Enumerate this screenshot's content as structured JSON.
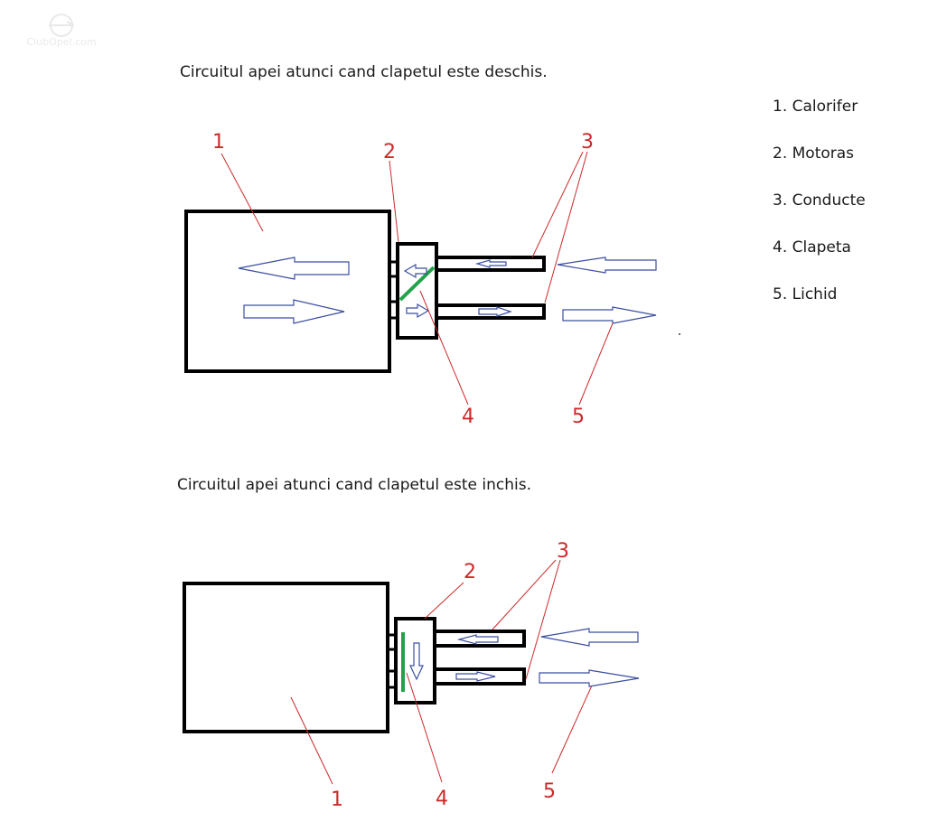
{
  "colors": {
    "outline": "#000000",
    "flap": "#22a24a",
    "arrow_stroke": "#3b4fa0",
    "label": "#cc2a2a",
    "leader": "#cc2a2a"
  },
  "watermark": {
    "text": "ClubOpel.com",
    "icon": "opel-logo-icon"
  },
  "captions": {
    "open": "Circuitul apei atunci cand clapetul este deschis.",
    "closed": "Circuitul apei atunci cand clapetul este inchis."
  },
  "legend": [
    "1. Calorifer",
    "2. Motoras",
    "3. Conducte",
    "4. Clapeta",
    "5. Lichid"
  ],
  "labels": {
    "n1": "1",
    "n2": "2",
    "n3": "3",
    "n4": "4",
    "n5": "5"
  }
}
